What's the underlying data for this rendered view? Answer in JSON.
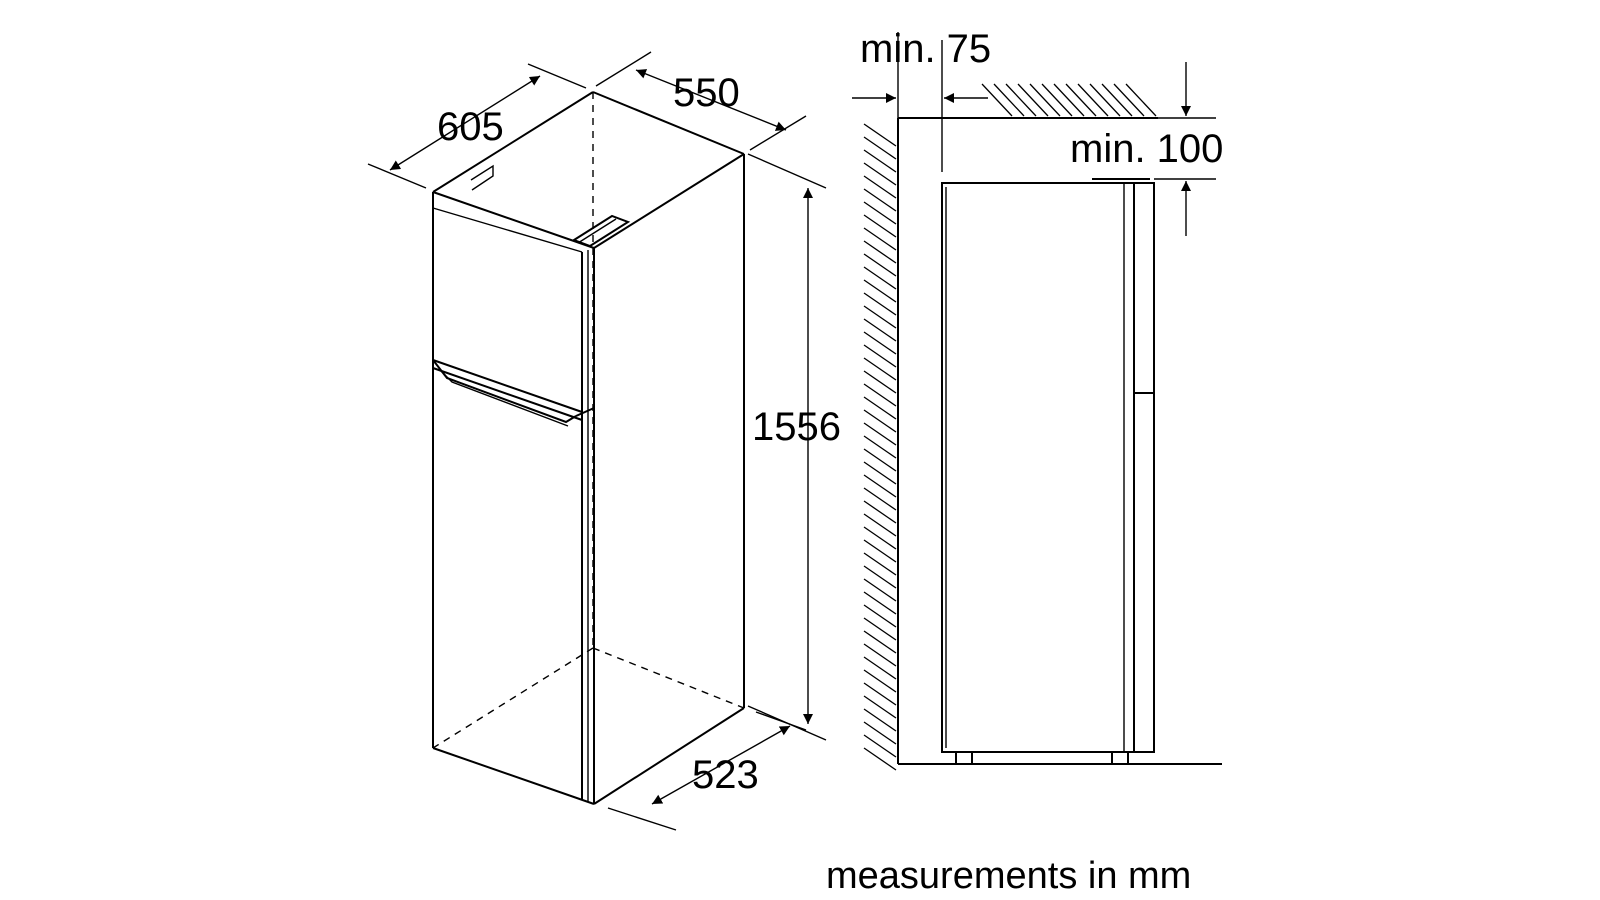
{
  "diagram": {
    "dimensions": {
      "depth_top": "605",
      "width_top": "550",
      "height": "1556",
      "depth_bottom": "523",
      "rear_clearance": "min. 75",
      "top_clearance": "min. 100"
    },
    "caption": "measurements in mm"
  }
}
